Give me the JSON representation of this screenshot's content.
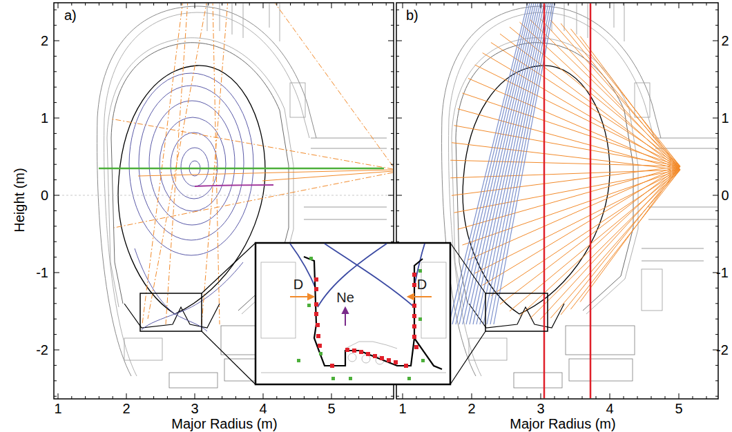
{
  "diagram": {
    "labels": [
      "a)",
      "b)",
      "Height (m)",
      "2",
      "1",
      "0",
      "-1",
      "-2",
      "1",
      "2",
      "3",
      "4",
      "5",
      "Major Radius (m)",
      "1",
      "2",
      "3",
      "4",
      "5",
      "Major Radius (m)",
      "2",
      "1",
      "0",
      "-1",
      "-2",
      "D",
      "D",
      "Ne"
    ]
  }
}
